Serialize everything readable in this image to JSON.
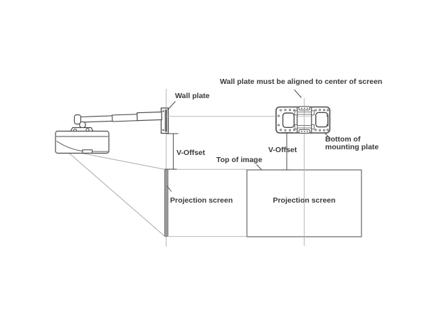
{
  "diagram": {
    "note": "Wall plate must be aligned to center of screen",
    "side_view": {
      "wall_plate_label": "Wall plate",
      "v_offset_label": "V-Offset",
      "projection_screen_label": "Projection screen"
    },
    "front_view": {
      "v_offset_label": "V-Offset",
      "top_of_image_label": "Top of image",
      "bottom_of_mounting_plate_line1": "Bottom of",
      "bottom_of_mounting_plate_line2": "mounting plate",
      "projection_screen_label": "Projection screen"
    },
    "colors": {
      "outline": "#4b4b4b",
      "construction_line": "#b8b8b8",
      "cone_line": "#ababab",
      "screen_bar_fill": "#9b9b9b",
      "text": "#3a3a3a",
      "background": "#ffffff"
    }
  }
}
